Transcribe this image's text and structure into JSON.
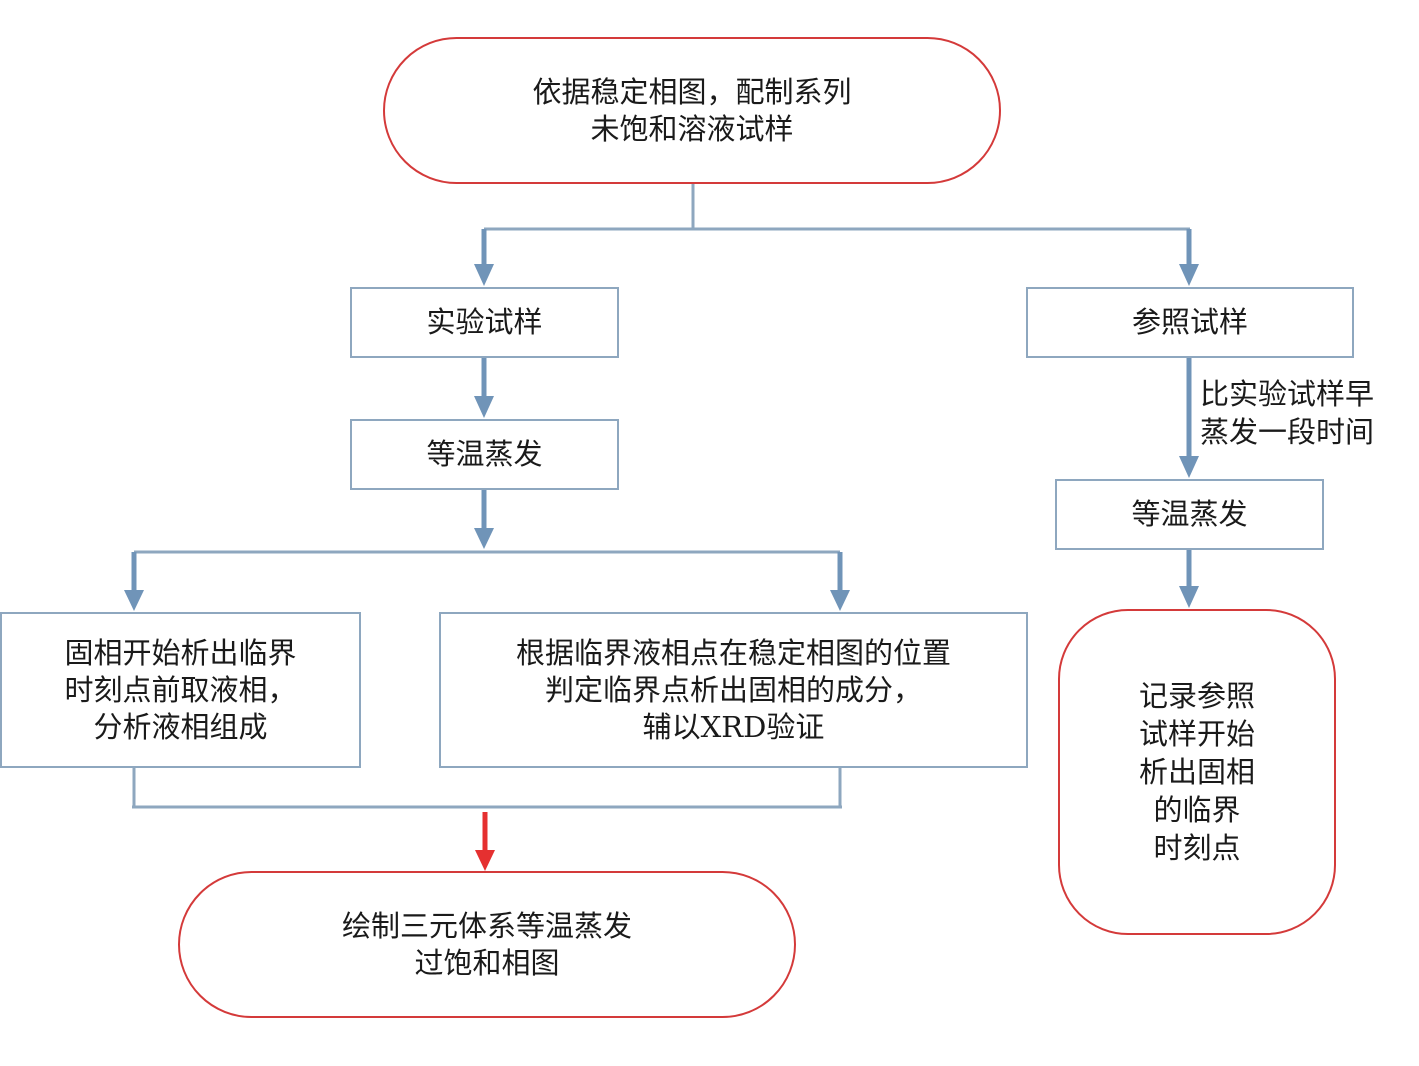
{
  "diagram": {
    "type": "flowchart",
    "colors": {
      "box_border": "#8ea7bf",
      "terminal_border": "#d43a3a",
      "arrow": "#7094b8",
      "final_arrow": "#e53030"
    },
    "nodes": {
      "start": {
        "shape": "terminal",
        "text": "依据稳定相图，配制系列\n未饱和溶液试样"
      },
      "experimental_sample": {
        "shape": "process",
        "text": "实验试样"
      },
      "reference_sample": {
        "shape": "process",
        "text": "参照试样"
      },
      "isothermal_evap_left": {
        "shape": "process",
        "text": "等温蒸发"
      },
      "isothermal_evap_right": {
        "shape": "process",
        "text": "等温蒸发"
      },
      "liquid_sampling": {
        "shape": "process",
        "text": "固相开始析出临界\n时刻点前取液相，\n分析液相组成"
      },
      "solid_phase_determination": {
        "shape": "process",
        "text": "根据临界液相点在稳定相图的位置\n判定临界点析出固相的成分，\n辅以XRD验证"
      },
      "record_critical_time": {
        "shape": "terminal",
        "text": "记录参照\n试样开始\n析出固相\n的临界\n时刻点"
      },
      "end": {
        "shape": "terminal",
        "text": "绘制三元体系等温蒸发\n过饱和相图"
      }
    },
    "edges": [
      {
        "from": "start",
        "to": "experimental_sample",
        "label": ""
      },
      {
        "from": "start",
        "to": "reference_sample",
        "label": ""
      },
      {
        "from": "experimental_sample",
        "to": "isothermal_evap_left",
        "label": ""
      },
      {
        "from": "isothermal_evap_left",
        "to": "liquid_sampling",
        "label": ""
      },
      {
        "from": "isothermal_evap_left",
        "to": "solid_phase_determination",
        "label": ""
      },
      {
        "from": "reference_sample",
        "to": "isothermal_evap_right",
        "label": "比实验试样早\n蒸发一段时间"
      },
      {
        "from": "isothermal_evap_right",
        "to": "record_critical_time",
        "label": ""
      },
      {
        "from": "liquid_sampling",
        "to": "end",
        "label": ""
      },
      {
        "from": "solid_phase_determination",
        "to": "end",
        "label": ""
      }
    ]
  }
}
